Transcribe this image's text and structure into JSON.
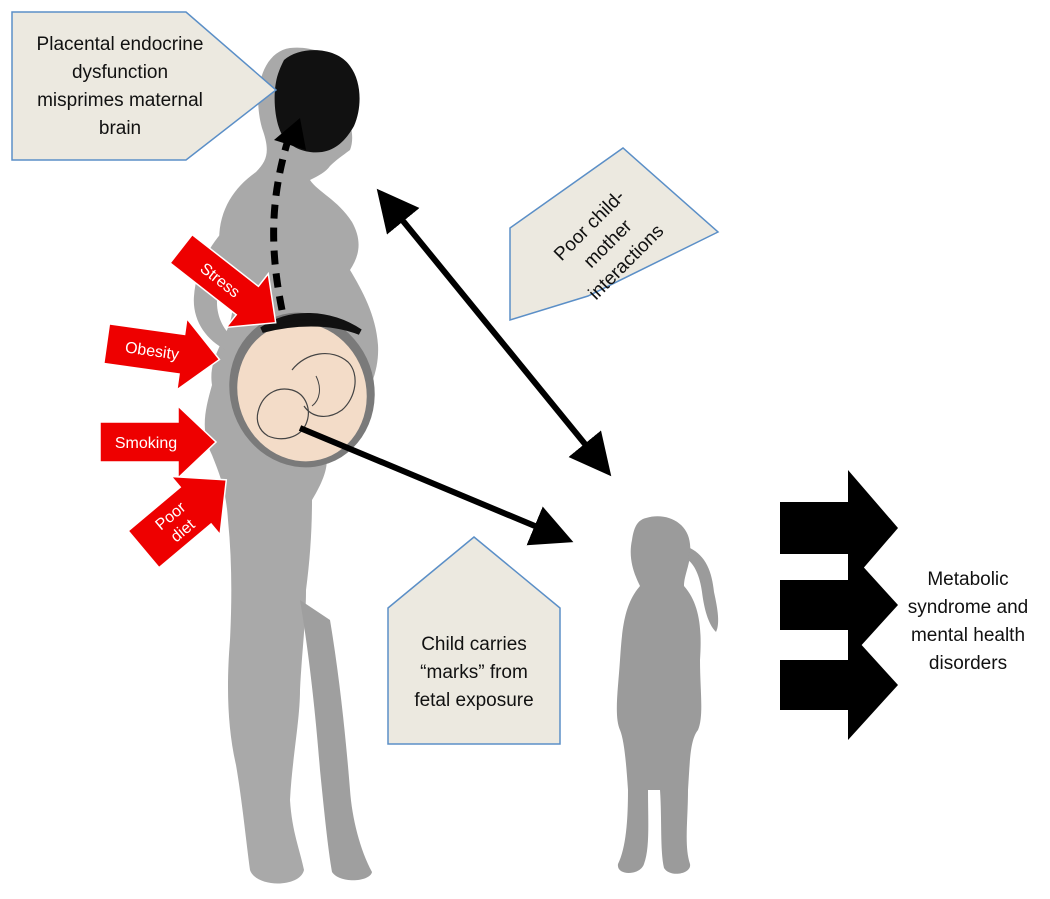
{
  "callouts": {
    "placental": [
      "Placental endocrine",
      "dysfunction",
      "misprimes maternal",
      "brain"
    ],
    "interactions": [
      "Poor child-",
      "mother",
      "interactions"
    ],
    "marks": [
      "Child carries",
      "“marks” from",
      "fetal exposure"
    ]
  },
  "risk_factors": [
    "Stress",
    "Obesity",
    "Smoking",
    "Poor diet"
  ],
  "outcome": [
    "Metabolic",
    "syndrome and",
    "mental health",
    "disorders"
  ],
  "colors": {
    "silhouette": "#a9a9a9",
    "child": "#9b9b9b",
    "callout_fill": "#ece9e0",
    "callout_stroke": "#5b8fc7",
    "factor_red": "#ee0000",
    "arrow_black": "#000000",
    "womb_fill": "#f3dcc8"
  },
  "icons": {
    "mother": "pregnant-woman-silhouette",
    "child": "child-silhouette",
    "brain": "brain-icon",
    "fetus": "fetus-icon"
  }
}
